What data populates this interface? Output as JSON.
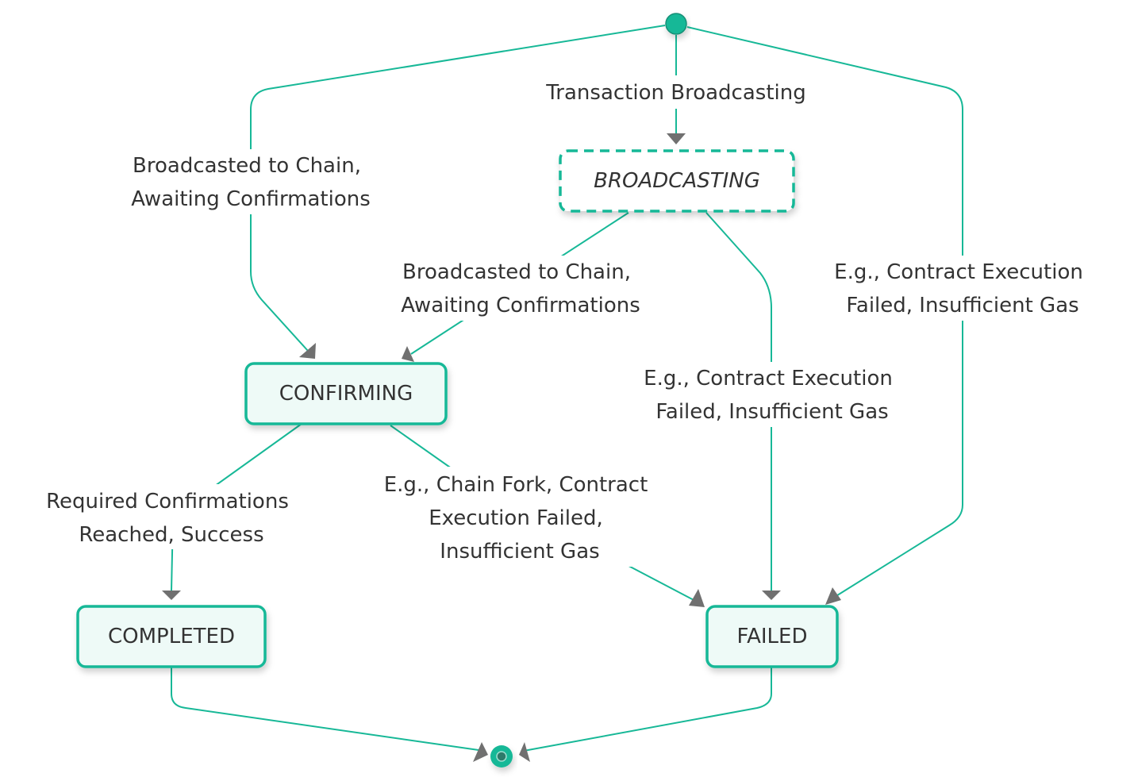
{
  "diagram": {
    "type": "state-diagram",
    "colors": {
      "edge": "#17b897",
      "node_border": "#17b897",
      "node_fill": "#eefaf7",
      "arrowhead": "#707070",
      "text": "#333333",
      "start_fill": "#17b897",
      "end_inner": "#2e7a6a"
    },
    "start": {
      "label": "start"
    },
    "end": {
      "label": "end"
    },
    "states": {
      "broadcasting": {
        "label": "BROADCASTING",
        "style": "dashed-italic"
      },
      "confirming": {
        "label": "CONFIRMING",
        "style": "solid"
      },
      "completed": {
        "label": "COMPLETED",
        "style": "solid"
      },
      "failed": {
        "label": "FAILED",
        "style": "solid"
      }
    },
    "transitions": {
      "start_to_broadcasting": {
        "from": "start",
        "to": "BROADCASTING",
        "lines": [
          "Transaction Broadcasting"
        ]
      },
      "start_to_confirming": {
        "from": "start",
        "to": "CONFIRMING",
        "lines": [
          "Broadcasted to Chain,",
          "Awaiting Confirmations"
        ]
      },
      "start_to_failed": {
        "from": "start",
        "to": "FAILED",
        "lines": [
          "E.g., Contract Execution",
          "Failed, Insufficient Gas"
        ]
      },
      "broadcasting_to_confirming": {
        "from": "BROADCASTING",
        "to": "CONFIRMING",
        "lines": [
          "Broadcasted to Chain,",
          "Awaiting Confirmations"
        ]
      },
      "broadcasting_to_failed": {
        "from": "BROADCASTING",
        "to": "FAILED",
        "lines": [
          "E.g., Contract Execution",
          "Failed, Insufficient Gas"
        ]
      },
      "confirming_to_completed": {
        "from": "CONFIRMING",
        "to": "COMPLETED",
        "lines": [
          "Required Confirmations",
          "Reached, Success"
        ]
      },
      "confirming_to_failed": {
        "from": "CONFIRMING",
        "to": "FAILED",
        "lines": [
          "E.g., Chain Fork, Contract",
          "Execution Failed,",
          "Insufficient Gas"
        ]
      },
      "completed_to_end": {
        "from": "COMPLETED",
        "to": "end",
        "lines": []
      },
      "failed_to_end": {
        "from": "FAILED",
        "to": "end",
        "lines": []
      }
    }
  }
}
